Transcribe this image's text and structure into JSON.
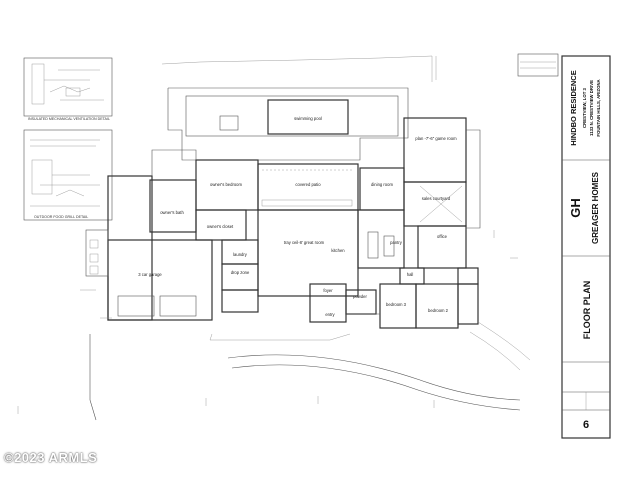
{
  "title_block": {
    "project": "HINDBO RESIDENCE",
    "address_line1": "CRESTVIEW, LOT 3",
    "address_line2": "1133 N. CRESTVIEW DRIVE",
    "address_line3": "FOUNTAIN HILLS, ARIZONA",
    "firm_initials": "GH",
    "firm_name": "GREAGER HOMES",
    "sheet_title": "FLOOR PLAN",
    "sheet_number": "6"
  },
  "rooms": {
    "swimming_pool": "swimming pool",
    "game_room": "plan -7'-6\" game room",
    "owners_bedroom": "owner's bedroom",
    "covered_patio": "covered patio",
    "dining_room": "dining room",
    "owners_bath": "owner's bath",
    "owners_closet": "owner's closet",
    "great_room": "tray ceil-8' great room",
    "kitchen": "kitchen",
    "sales_courtyard": "sales courtyard",
    "office": "office",
    "laundry": "laundry",
    "garage": "3 car garage",
    "drop_zone": "drop zone",
    "bedroom_3": "bedroom 3",
    "bedroom_2": "bedroom 2",
    "foyer": "foyer",
    "powder": "powder",
    "hall": "hall",
    "entry": "entry",
    "pantry": "pantry"
  },
  "details": {
    "detail_caption_1": "INSULATED MECHANICAL VENTILATION DETAIL",
    "detail_caption_2": "OUTDOOR FOOD GRILL DETAIL"
  },
  "watermark": "©2023 ARMLS"
}
